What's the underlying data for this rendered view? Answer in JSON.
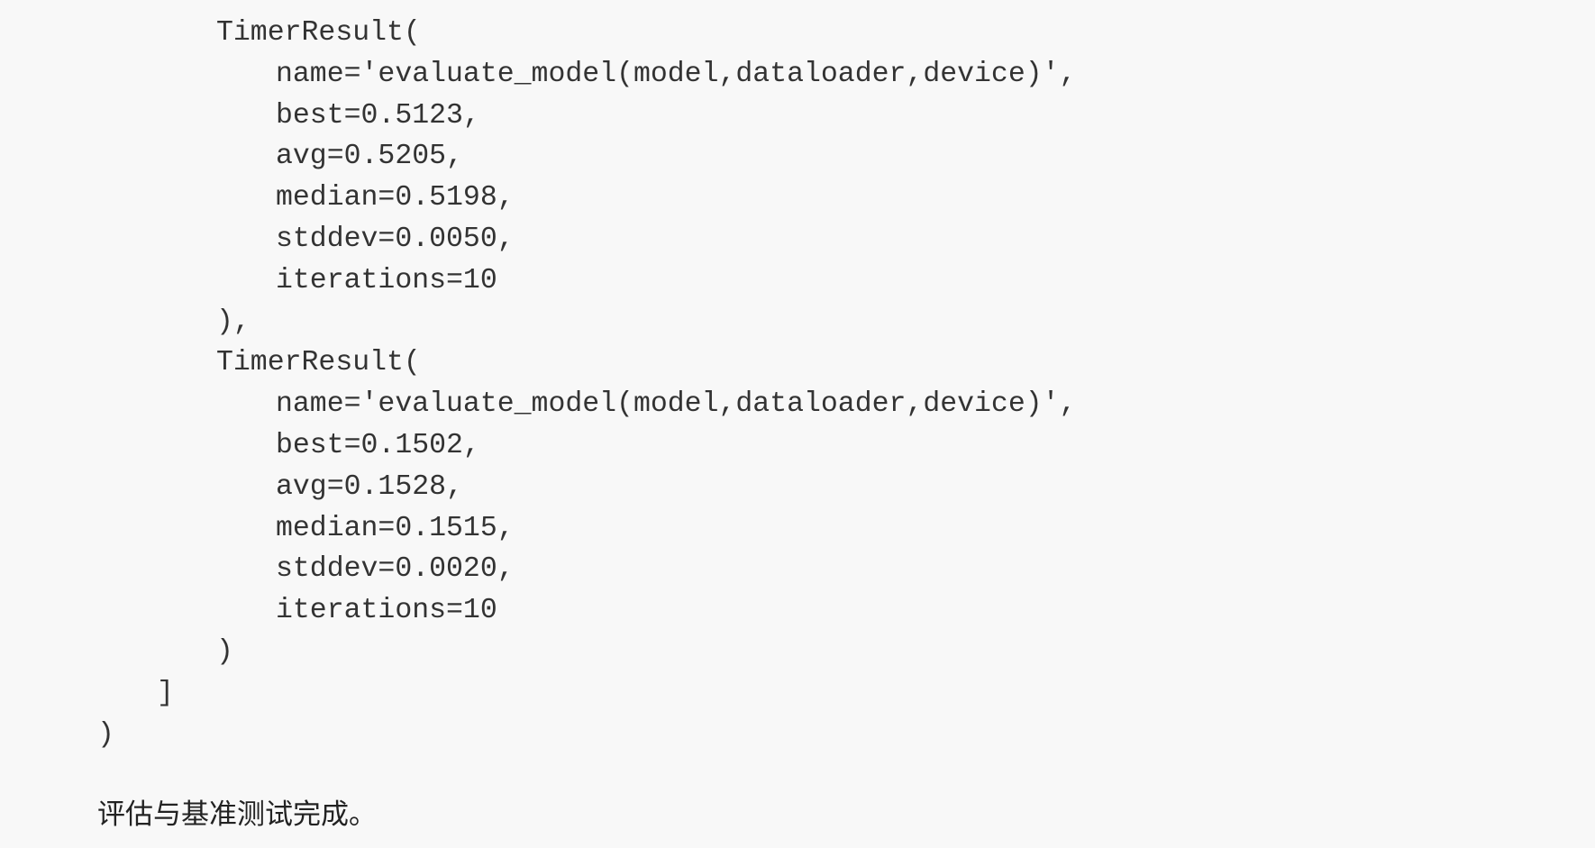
{
  "code_lines": [
    {
      "indent": 2,
      "text": "TimerResult("
    },
    {
      "indent": 3,
      "text": "name='evaluate_model(model,dataloader,device)',"
    },
    {
      "indent": 3,
      "text": "best=0.5123,"
    },
    {
      "indent": 3,
      "text": "avg=0.5205,"
    },
    {
      "indent": 3,
      "text": "median=0.5198,"
    },
    {
      "indent": 3,
      "text": "stddev=0.0050,"
    },
    {
      "indent": 3,
      "text": "iterations=10"
    },
    {
      "indent": 2,
      "text": "),"
    },
    {
      "indent": 2,
      "text": "TimerResult("
    },
    {
      "indent": 3,
      "text": "name='evaluate_model(model,dataloader,device)',"
    },
    {
      "indent": 3,
      "text": "best=0.1502,"
    },
    {
      "indent": 3,
      "text": "avg=0.1528,"
    },
    {
      "indent": 3,
      "text": "median=0.1515,"
    },
    {
      "indent": 3,
      "text": "stddev=0.0020,"
    },
    {
      "indent": 3,
      "text": "iterations=10"
    },
    {
      "indent": 2,
      "text": ")"
    },
    {
      "indent": 1,
      "text": "]"
    },
    {
      "indent": 0,
      "text": ")"
    }
  ],
  "summary_text": "评估与基准测试完成。"
}
